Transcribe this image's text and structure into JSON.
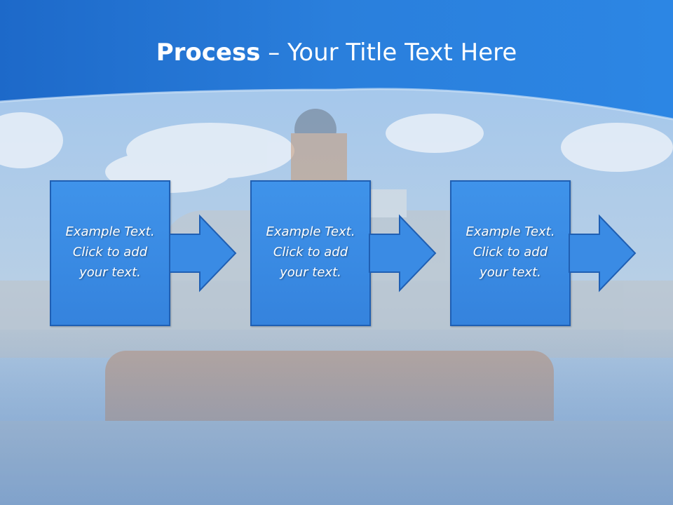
{
  "slide": {
    "title_bold": "Process",
    "title_rest": " – Your Title Text Here"
  },
  "steps": [
    {
      "line1": "Example Text.",
      "line2": "Click  to add",
      "line3": "your text."
    },
    {
      "line1": "Example Text.",
      "line2": "Click  to add",
      "line3": "your text."
    },
    {
      "line1": "Example Text.",
      "line2": "Click  to add",
      "line3": "your text."
    }
  ],
  "colors": {
    "header_blue": "#1f6fd0",
    "box_fill": "#3a8be4",
    "box_border": "#1f5fb3",
    "text": "#ffffff"
  }
}
